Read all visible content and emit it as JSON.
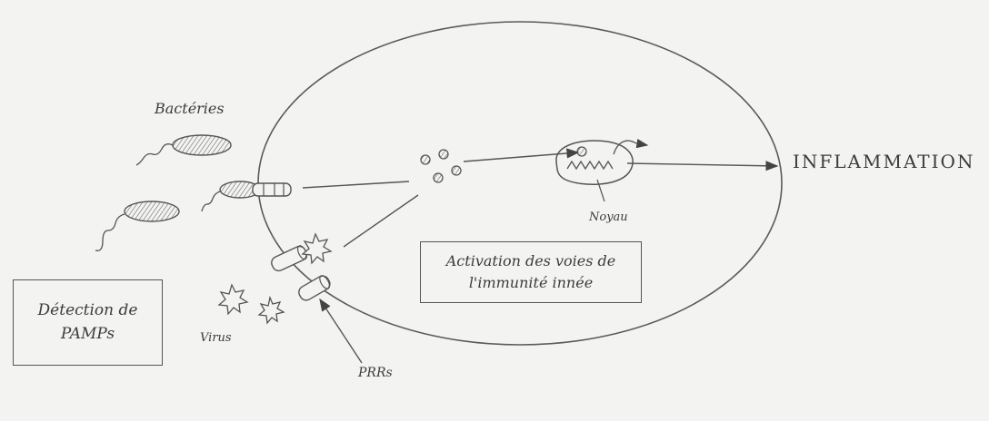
{
  "labels": {
    "bacteria": "Bactéries",
    "inflammation": "INFLAMMATION",
    "nucleus": "Noyau",
    "virus": "Virus",
    "prr": "PRRs"
  },
  "boxes": {
    "detection": [
      "Détection de",
      "PAMPs"
    ],
    "activation": [
      "Activation des voies de",
      "l'immunité innée"
    ]
  },
  "colors": {
    "ink": "#3c3c3c",
    "paper": "#f3f3f1"
  }
}
